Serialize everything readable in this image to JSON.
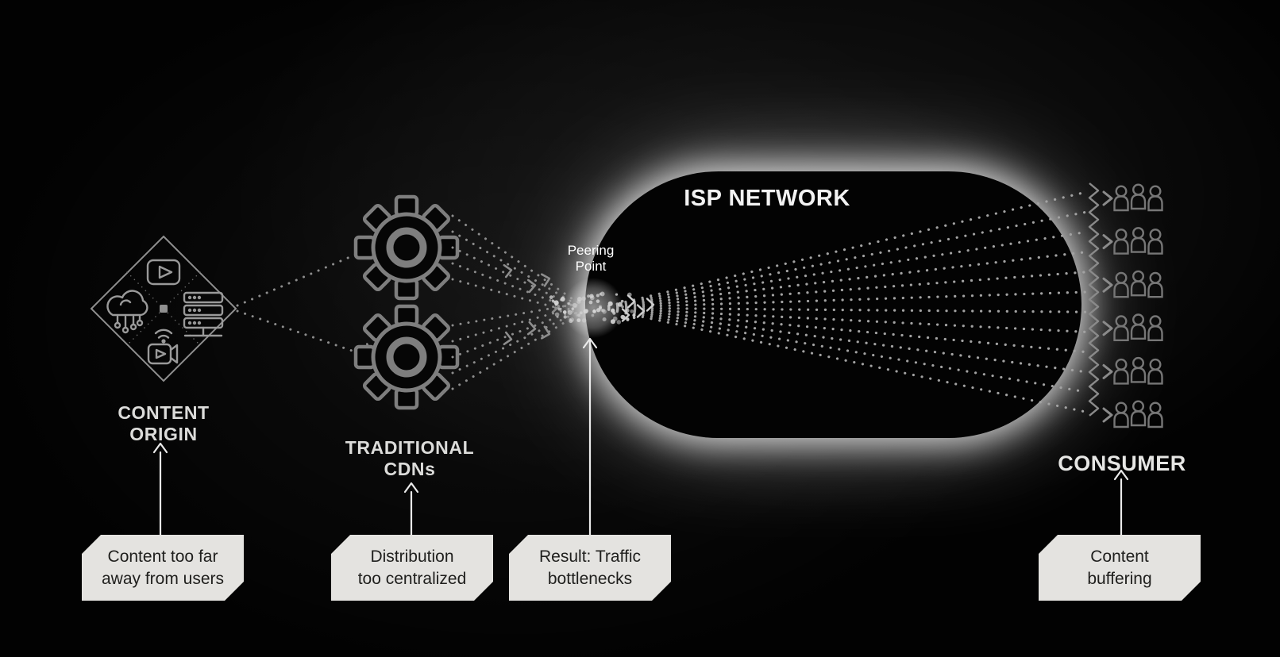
{
  "labels": {
    "content_origin": [
      "CONTENT",
      "ORIGIN"
    ],
    "traditional_cdns": [
      "TRADITIONAL",
      "CDNs"
    ],
    "isp_network": "ISP NETWORK",
    "peering_point": [
      "Peering",
      "Point"
    ],
    "consumer": "CONSUMER"
  },
  "callouts": [
    {
      "lines": [
        "Content too far",
        "away from users"
      ]
    },
    {
      "lines": [
        "Distribution",
        "too centralized"
      ]
    },
    {
      "lines": [
        "Result: Traffic",
        "bottlenecks"
      ]
    },
    {
      "lines": [
        "Content",
        "buffering"
      ]
    }
  ],
  "icons": {
    "content_origin_diamond": [
      "video-play-icon",
      "cloud-network-icon",
      "server-stack-icon",
      "video-camera-icon"
    ],
    "traditional_cdns": "gear-icon",
    "consumer": "people-group-icon",
    "traffic": "dotted-flow-lines"
  },
  "figure": {
    "cdn_gear_count": 2,
    "gear_fan_line_count": 5,
    "isp_fan_line_count": 12,
    "consumer_group_count": 6
  },
  "colors": {
    "background": "#020202",
    "glow": "#ffffff",
    "pill_fill": "#030303",
    "outline_gray": "#8d8d8d",
    "dot_gray": "#a2a2a2",
    "label_gray": "#dcdcda",
    "callout_bg": "#e4e3e0",
    "callout_text": "#1f1f1d"
  }
}
